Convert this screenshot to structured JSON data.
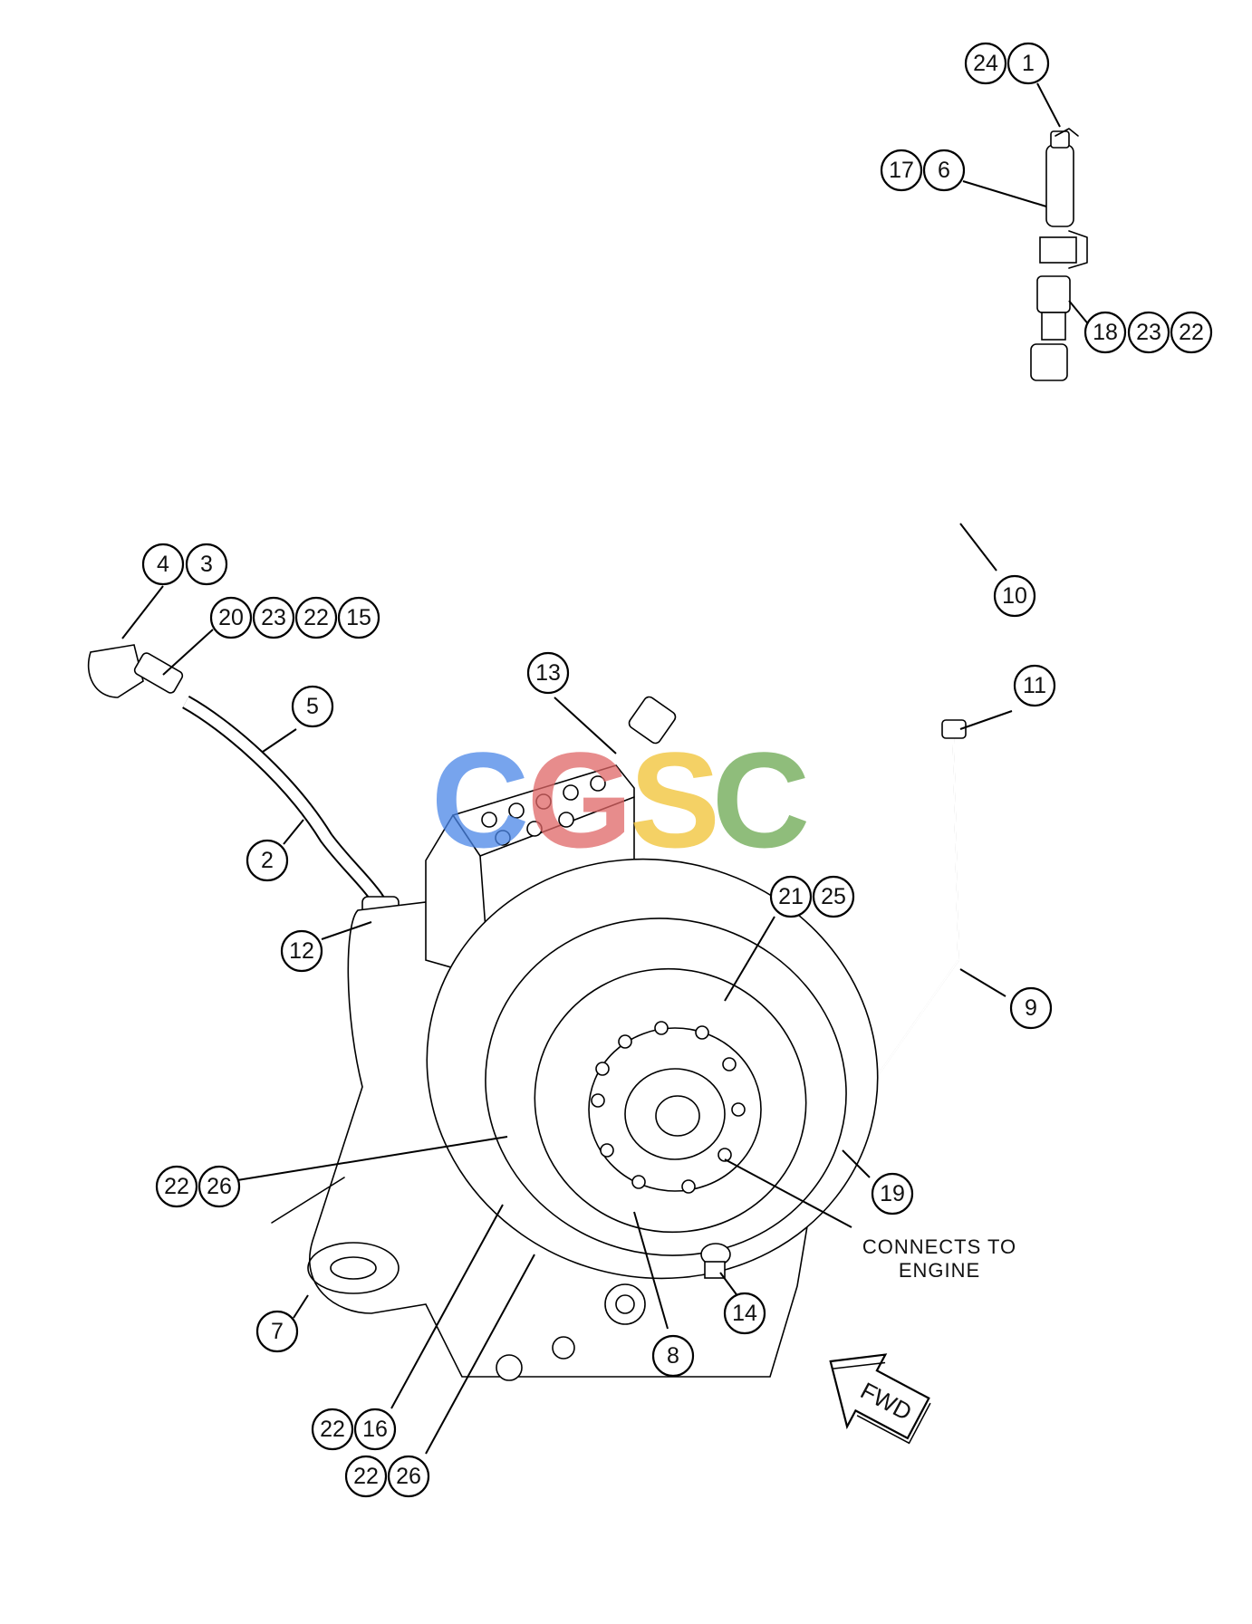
{
  "callouts": [
    {
      "id": "c24",
      "label": "24"
    },
    {
      "id": "c1",
      "label": "1"
    },
    {
      "id": "c17",
      "label": "17"
    },
    {
      "id": "c6",
      "label": "6"
    },
    {
      "id": "c18",
      "label": "18"
    },
    {
      "id": "c23a",
      "label": "23"
    },
    {
      "id": "c22a",
      "label": "22"
    },
    {
      "id": "c10",
      "label": "10"
    },
    {
      "id": "c4",
      "label": "4"
    },
    {
      "id": "c3",
      "label": "3"
    },
    {
      "id": "c20",
      "label": "20"
    },
    {
      "id": "c23b",
      "label": "23"
    },
    {
      "id": "c22b",
      "label": "22"
    },
    {
      "id": "c15",
      "label": "15"
    },
    {
      "id": "c5",
      "label": "5"
    },
    {
      "id": "c13",
      "label": "13"
    },
    {
      "id": "c11",
      "label": "11"
    },
    {
      "id": "c2",
      "label": "2"
    },
    {
      "id": "c12",
      "label": "12"
    },
    {
      "id": "c21",
      "label": "21"
    },
    {
      "id": "c25",
      "label": "25"
    },
    {
      "id": "c9",
      "label": "9"
    },
    {
      "id": "c22c",
      "label": "22"
    },
    {
      "id": "c26a",
      "label": "26"
    },
    {
      "id": "c19",
      "label": "19"
    },
    {
      "id": "c14",
      "label": "14"
    },
    {
      "id": "c7",
      "label": "7"
    },
    {
      "id": "c8",
      "label": "8"
    },
    {
      "id": "c22d",
      "label": "22"
    },
    {
      "id": "c16",
      "label": "16"
    },
    {
      "id": "c22e",
      "label": "22"
    },
    {
      "id": "c26b",
      "label": "26"
    }
  ],
  "note": {
    "line1": "CONNECTS TO",
    "line2": "ENGINE"
  },
  "fwd_arrow": {
    "label": "FWD"
  },
  "watermark": {
    "letters": [
      "C",
      "G",
      "S",
      "C"
    ],
    "colors": [
      "#4a86e8",
      "#e06666",
      "#f1c232",
      "#6aa84f"
    ]
  }
}
